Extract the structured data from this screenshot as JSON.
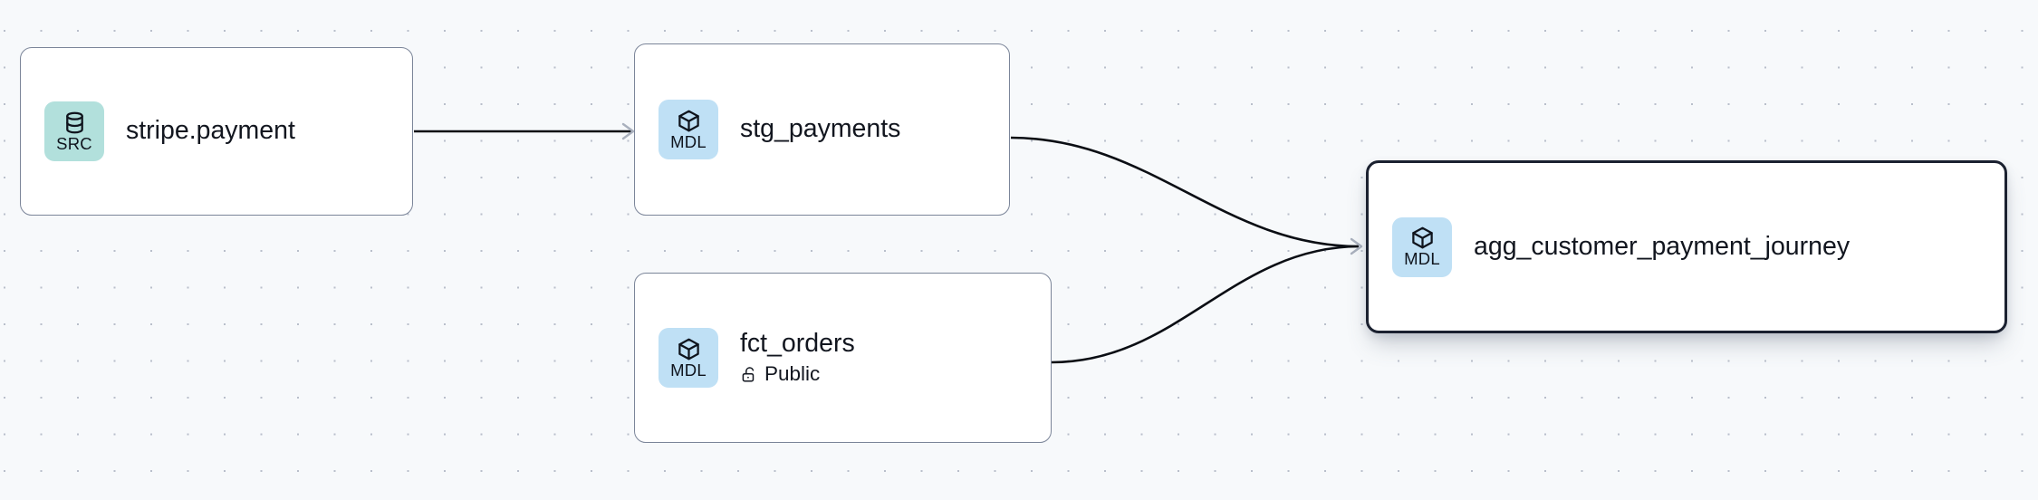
{
  "graph": {
    "background_color": "#f7f9fb",
    "grid": "dot-grid",
    "nodes": [
      {
        "id": "stripe-payment",
        "title": "stripe.payment",
        "badge_label": "SRC",
        "badge_kind": "src",
        "badge_icon": "database-icon",
        "badge_color": "#b2e0dc",
        "selected": false,
        "subtitle": null,
        "subtitle_icon": null
      },
      {
        "id": "stg-payments",
        "title": "stg_payments",
        "badge_label": "MDL",
        "badge_kind": "mdl",
        "badge_icon": "cube-icon",
        "badge_color": "#bfe0f5",
        "selected": false,
        "subtitle": null,
        "subtitle_icon": null
      },
      {
        "id": "fct-orders",
        "title": "fct_orders",
        "badge_label": "MDL",
        "badge_kind": "mdl",
        "badge_icon": "cube-icon",
        "badge_color": "#bfe0f5",
        "selected": false,
        "subtitle": "Public",
        "subtitle_icon": "unlock-icon"
      },
      {
        "id": "agg-customer-payment-journey",
        "title": "agg_customer_payment_journey",
        "badge_label": "MDL",
        "badge_kind": "mdl",
        "badge_icon": "cube-icon",
        "badge_color": "#bfe0f5",
        "selected": true,
        "subtitle": null,
        "subtitle_icon": null
      }
    ],
    "edges": [
      {
        "from": "stripe-payment",
        "to": "stg-payments",
        "style": "straight"
      },
      {
        "from": "stg-payments",
        "to": "agg-customer-payment-journey",
        "style": "bezier"
      },
      {
        "from": "fct-orders",
        "to": "agg-customer-payment-journey",
        "style": "bezier"
      }
    ],
    "edge_color": "#0b0e14",
    "arrow_color": "#a9b0bd",
    "selected_border_color": "#1b2130"
  }
}
